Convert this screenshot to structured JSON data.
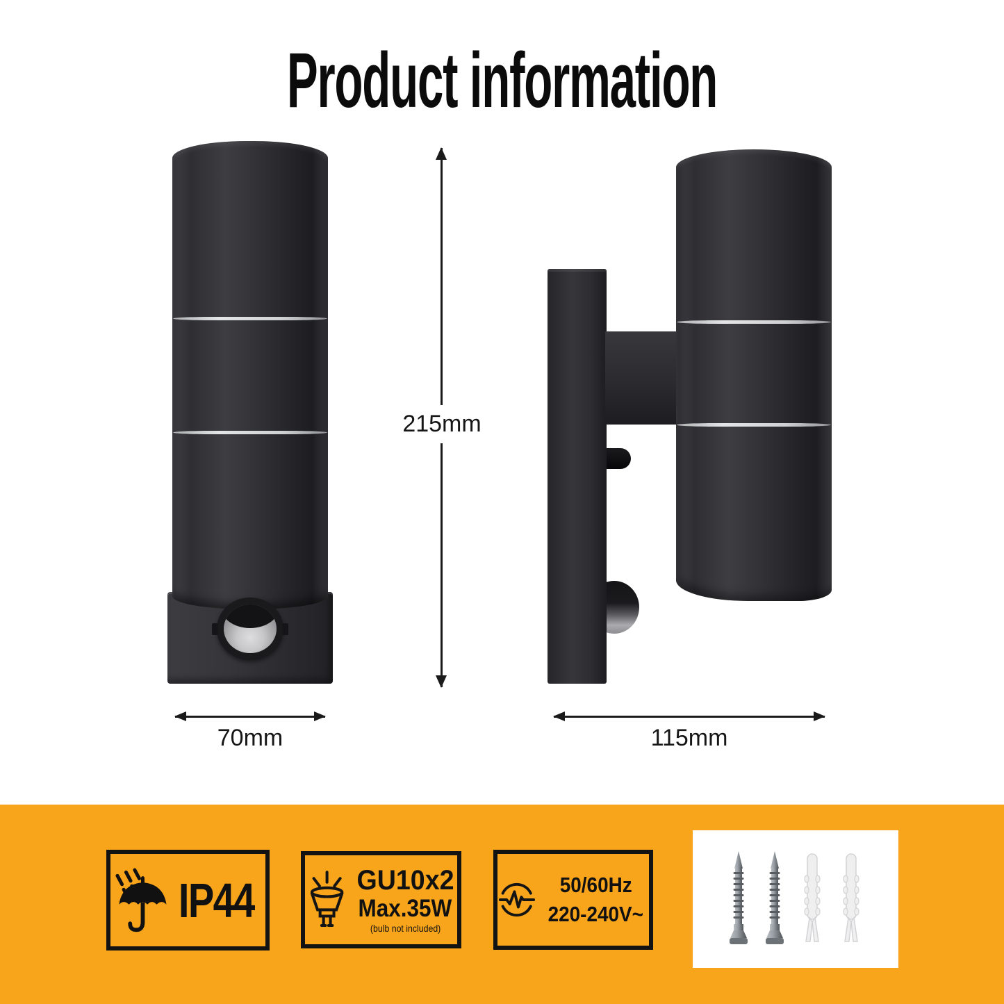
{
  "title": "Product information",
  "dimensions": {
    "height_label": "215mm",
    "width_label": "70mm",
    "depth_label": "115mm"
  },
  "product": {
    "views": [
      "front-view-up-down-wall-light-with-pir-sensor",
      "side-view-wall-plate-and-cylinder"
    ],
    "body_color": "#2e2e33",
    "glass_ring_color": "#d0d1d3"
  },
  "band": {
    "background_color": "#F9A51C"
  },
  "badges": {
    "ip_rating": {
      "icon": "umbrella-rain-icon",
      "label": "IP44"
    },
    "bulb": {
      "icon": "gu10-bulb-icon",
      "line1": "GU10x2",
      "line2": "Max.35W",
      "line3": "(bulb not included)"
    },
    "power": {
      "icon": "frequency-wave-icon",
      "line1": "50/60Hz",
      "line2": "220-240V~"
    },
    "mounting_hardware": {
      "icon": "screws-and-wall-plugs",
      "screw_count": 2,
      "wall_plug_count": 2
    }
  }
}
